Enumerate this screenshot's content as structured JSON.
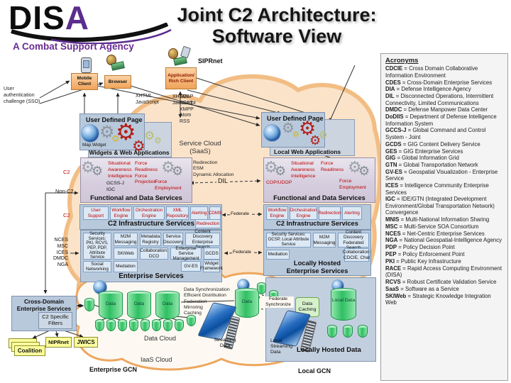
{
  "slide": {
    "title1": "Joint C2 Architecture:",
    "title2": "Software View"
  },
  "logo": {
    "text_main": "DIS",
    "text_a": "A",
    "tagline": "A Combat Support Agency"
  },
  "net": {
    "siprnet": "SIPRnet",
    "enterprise_gcn": "Enterprise GCN",
    "local_gcn": "Local GCN"
  },
  "clients": {
    "mobile": "Mobile Client",
    "browser": "Browser",
    "rich": "Application/ Rich Client"
  },
  "lbl": {
    "sso": "User authentication challenge (SSO)",
    "xhtml": "XHTML JavaScript",
    "protocols": [
      "SOAP",
      "REST",
      "XMPP",
      "Atom",
      "RSS"
    ],
    "c2": "C2",
    "non_c2": "Non-C2",
    "nces": [
      "NCES",
      "MSC",
      "ICES",
      "DMDC",
      "NGA"
    ],
    "dil": "DIL",
    "federate": "Federate",
    "fedsync": "Federate Synchronize",
    "udp": "User Defined Page",
    "map_widget": "Map Widget"
  },
  "sc": {
    "title1": "Service Cloud",
    "title2": "(SaaS)",
    "items": [
      "Redirection",
      "ESM",
      "Dynamic Allocation"
    ]
  },
  "ls": {
    "widgets_header": "Widgets & Web Applications",
    "fds": {
      "sit": "Situational Awareness Intelligence",
      "frp": "Force Readiness Force Projection",
      "gccs": "GCSS-J IGC",
      "femp": "Force Employment",
      "header": "Functional and Data Services"
    },
    "c2": {
      "cells": [
        "User Support",
        "Workflow Engine",
        "Orchestration Engine",
        "XML Repository",
        "Alerting",
        "CDMS"
      ],
      "header": "C2 Infrastructure Services",
      "redirection": "Redirection"
    },
    "es": {
      "security": "Security Services: PKI, RCVS, PEP, PDP, Attribute Service",
      "top": [
        "M2M Messaging",
        "Metadata Registry",
        "Service Discovery",
        "Content Discovery Enterprise Search"
      ],
      "mid": [
        "SKIWeb",
        "Collaboration: DCO",
        "Enterprise Service Management",
        "GCDS"
      ],
      "bot": [
        "Social Networking",
        "Mediation",
        "GV-ES",
        "Widget Framework"
      ],
      "header": "Enterprise Services"
    }
  },
  "rs": {
    "lwa_header": "Local Web Applications",
    "fds": {
      "sit": "Situational Awareness Intelligence",
      "fr": "Force Readiness",
      "cop": "COP/UDOP",
      "femp": "Force Employment",
      "header": "Functional and Data Services"
    },
    "c2": {
      "cells": [
        "Workflow Engine",
        "Orchestration Engine",
        "Redirection",
        "Alerting"
      ],
      "header": "C2 Infrastructure Services"
    },
    "lhes": {
      "security": "Security Services: OCSP, Local Attribute Service",
      "m2m": "M2M Messaging",
      "cdfs": "Content Discovery Federated Search",
      "mediation": "Mediation",
      "collab": "Collaboration: CDCIE, Chat",
      "header1": "Locally Hosted",
      "header2": "Enterprise Services"
    }
  },
  "cd": {
    "title": "Cross-Domain Enterprise Services",
    "filters": "C2 Specific Filters",
    "coalition": "Coalition",
    "niprnet": "NIPRnet",
    "jwics": "JWICS"
  },
  "dc": {
    "data": "Data",
    "sync": [
      "Data Synchronization",
      "Efficient Distribution",
      "Federation",
      "Mirroring",
      "Caching"
    ],
    "label": "Data Cloud",
    "streaming": "Streaming Data",
    "iaas": "IaaS Cloud"
  },
  "ld": {
    "caching": "Data Caching",
    "local_data": "Local Data",
    "streaming": "Local Streaming Data",
    "header": "Locally Hosted Data"
  },
  "colors": {
    "red_text": "#c00000",
    "panel_blue": "#b9c9dc",
    "cell_blue": "#dce8f4",
    "client_orange": "#f0a45a",
    "yellow_box": "#ffff9e",
    "cylinder_green": "#2fbf62",
    "cloud_peach": "#fae3c9",
    "cloud_edge": "#eda75f",
    "purple_brand": "#6a2c91"
  },
  "acronyms": {
    "title": "Acronyms",
    "items": [
      {
        "k": "CDCIE",
        "v": "Cross Domain Collaborative Information Environment"
      },
      {
        "k": "CDES",
        "v": "Cross-Domain Enterprise Services"
      },
      {
        "k": "DIA",
        "v": "Defense Intelligence Agency"
      },
      {
        "k": "DIL",
        "v": "Disconnected Operations, Intermittent Connectivity, Limited Communications"
      },
      {
        "k": "DMDC",
        "v": "Defense Manpower Data Center"
      },
      {
        "k": "DoDIIS",
        "v": "Department of Defense Intelligence Information System"
      },
      {
        "k": "GCCS-J",
        "v": "Global Command and Control System - Joint"
      },
      {
        "k": "GCDS",
        "v": "GIG Content Delivery Service"
      },
      {
        "k": "GES",
        "v": "GIG Enterprise Services"
      },
      {
        "k": "GIG",
        "v": "Global Information Grid"
      },
      {
        "k": "GTN",
        "v": "Global Transportation Network"
      },
      {
        "k": "GV-ES",
        "v": "Geospatial Visualization  - Enterprise Service"
      },
      {
        "k": "ICES",
        "v": "Intelligence Community Enterprise Services"
      },
      {
        "k": "IGC",
        "v": "IDE/GTN (Integrated Development Environment/Global Transportation Network) Convergence"
      },
      {
        "k": "MNIS",
        "v": "Multi-National Information Sharing"
      },
      {
        "k": "MSC",
        "v": "Multi-Service SOA Consortium"
      },
      {
        "k": "NCES",
        "v": "Net-Centric Enterprise Services"
      },
      {
        "k": "NGA",
        "v": "National Geospatial-Intelligence Agency"
      },
      {
        "k": "PDP",
        "v": "Policy Decision Point"
      },
      {
        "k": "PEP",
        "v": "Policy Enforcement Point"
      },
      {
        "k": "PKI",
        "v": "Public Key Infrastructure"
      },
      {
        "k": "RACE",
        "v": "Rapid Access Computing Environment (DISA)"
      },
      {
        "k": "RCVS",
        "v": "Robust Certificate Validation Service"
      },
      {
        "k": "SaaS",
        "v": "Software as a Service"
      },
      {
        "k": "SKIWeb",
        "v": "Strategic Knowledge Integration Web"
      }
    ]
  }
}
